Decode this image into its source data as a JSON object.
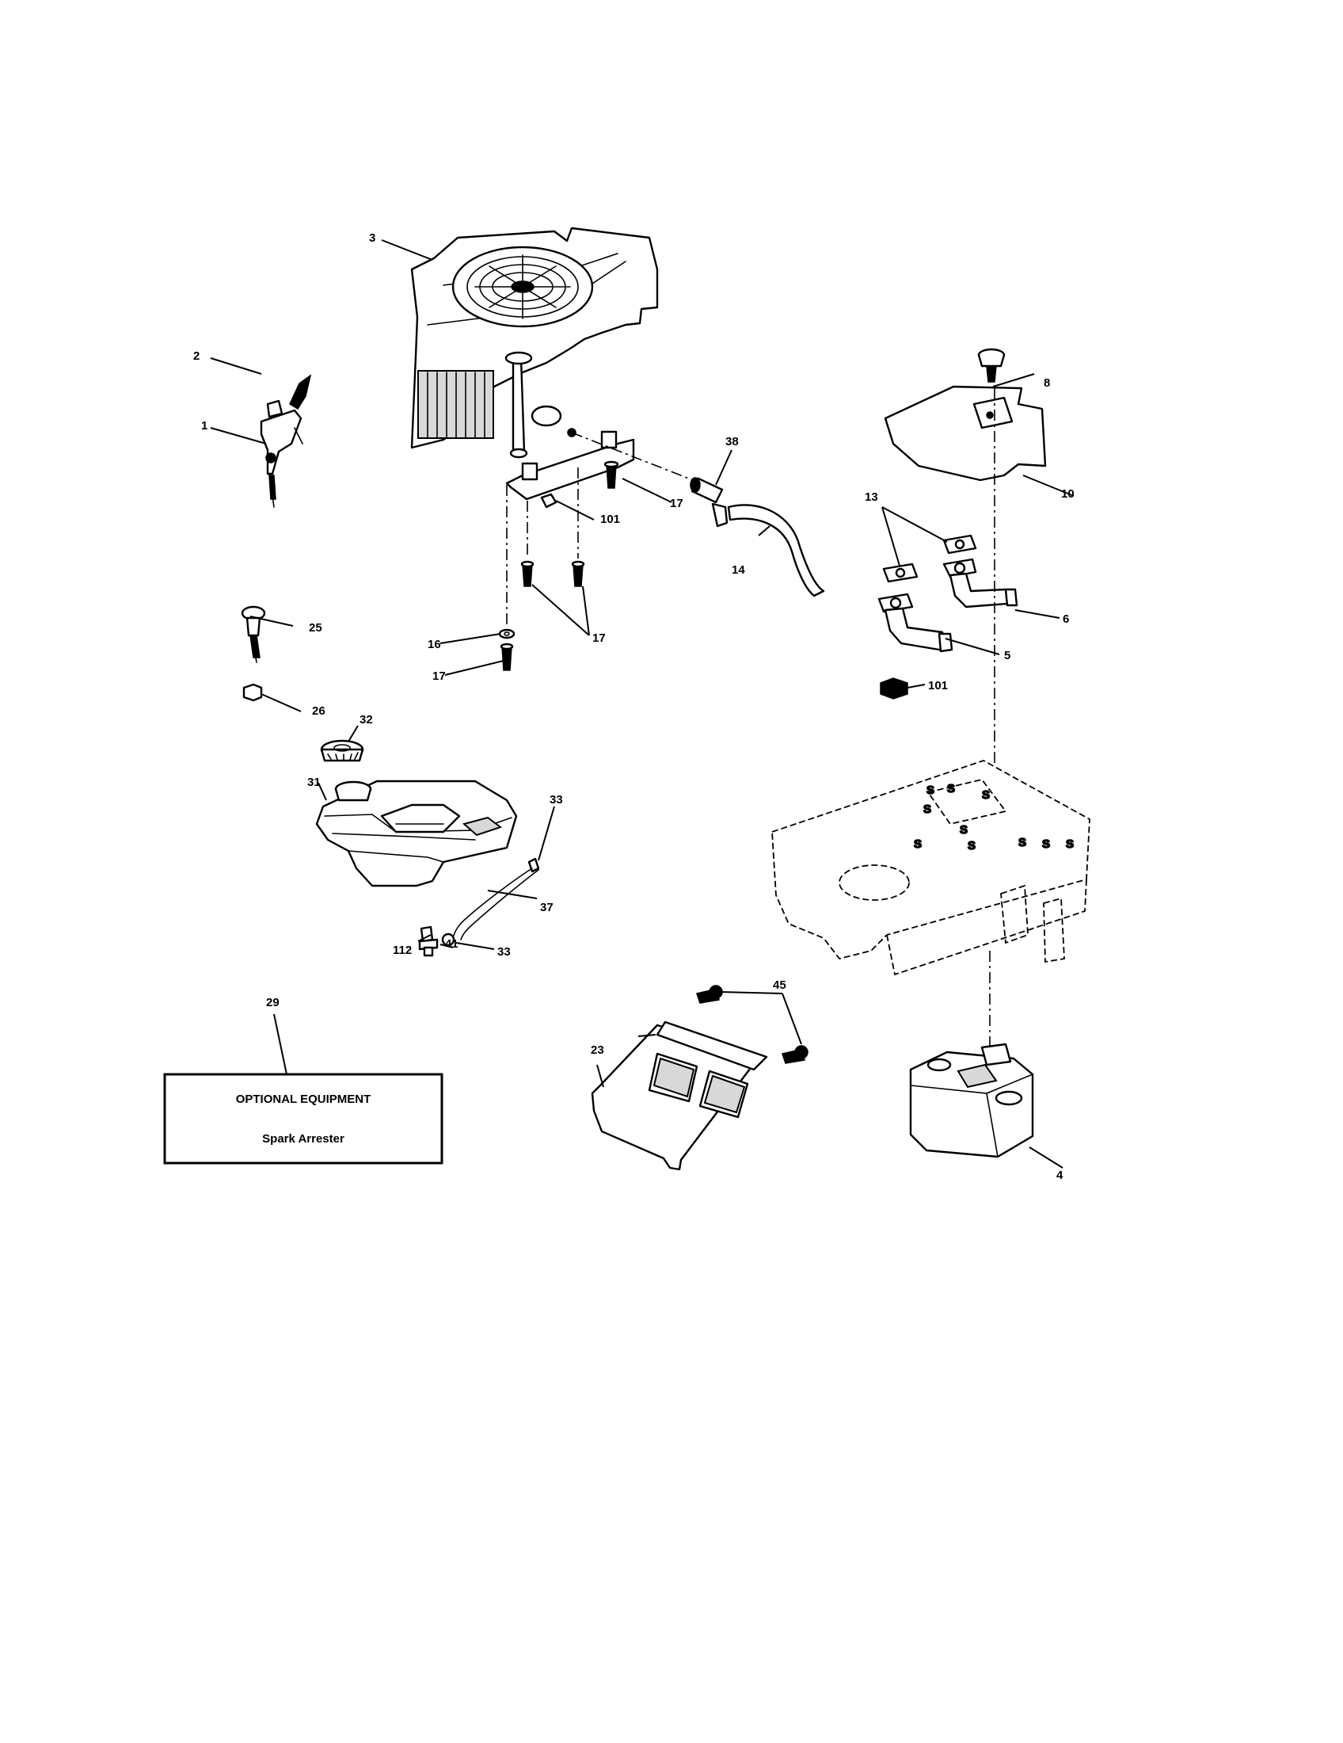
{
  "callouts": {
    "c1": "1",
    "c2": "2",
    "c3": "3",
    "c4": "4",
    "c5": "5",
    "c6": "6",
    "c8": "8",
    "c10": "10",
    "c13": "13",
    "c14": "14",
    "c16": "16",
    "c17a": "17",
    "c17b": "17",
    "c17c": "17",
    "c23": "23",
    "c25": "25",
    "c26": "26",
    "c29": "29",
    "c31": "31",
    "c32": "32",
    "c33a": "33",
    "c33b": "33",
    "c37": "37",
    "c38": "38",
    "c41": "41",
    "c45": "45",
    "c101a": "101",
    "c101b": "101",
    "c112": "112"
  },
  "optional_box": {
    "title": "OPTIONAL EQUIPMENT",
    "item": "Spark Arrester"
  }
}
